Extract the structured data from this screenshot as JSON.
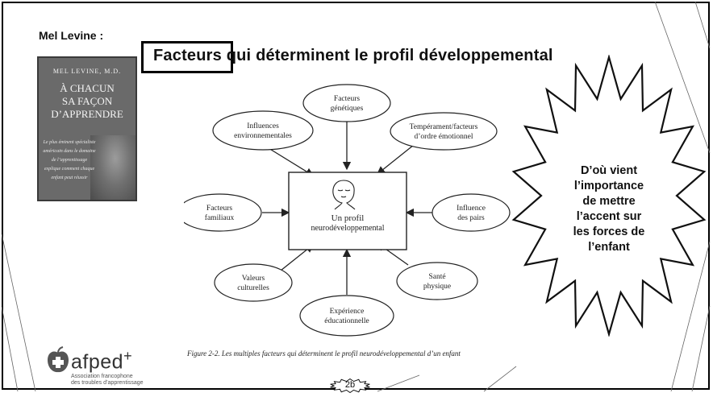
{
  "slide": {
    "author": "Mel Levine :",
    "title": "Facteurs qui déterminent le profil développemental",
    "callout": [
      "D’où vient",
      "l’importance",
      "de mettre",
      "l’accent sur",
      "les forces de",
      "l’enfant"
    ],
    "slide_number": "2b"
  },
  "book": {
    "author": "MEL LEVINE, M.D.",
    "title_lines": [
      "À CHACUN",
      "SA FAÇON",
      "D’APPRENDRE"
    ],
    "blurb": "Le plus éminent spécialiste américain dans le domaine de l’apprentissage explique comment chaque enfant peut réussir"
  },
  "diagram": {
    "center": [
      "Un profil",
      "neurodéveloppemental"
    ],
    "factors": [
      [
        "Facteurs",
        "génétiques"
      ],
      [
        "Tempérament/facteurs",
        "d’ordre émotionnel"
      ],
      [
        "Influence",
        "des pairs"
      ],
      [
        "Santé",
        "physique"
      ],
      [
        "Expérience",
        "éducationnelle"
      ],
      [
        "Valeurs",
        "culturelles"
      ],
      [
        "Facteurs",
        "familiaux"
      ],
      [
        "Influences",
        "environnementales"
      ]
    ],
    "caption": "Figure 2-2. Les multiples facteurs qui déterminent le profil neurodéveloppemental d’un enfant"
  },
  "logo": {
    "name": "afped",
    "plus": "+",
    "line1": "Association francophone",
    "line2": "des troubles d’apprentissage"
  }
}
